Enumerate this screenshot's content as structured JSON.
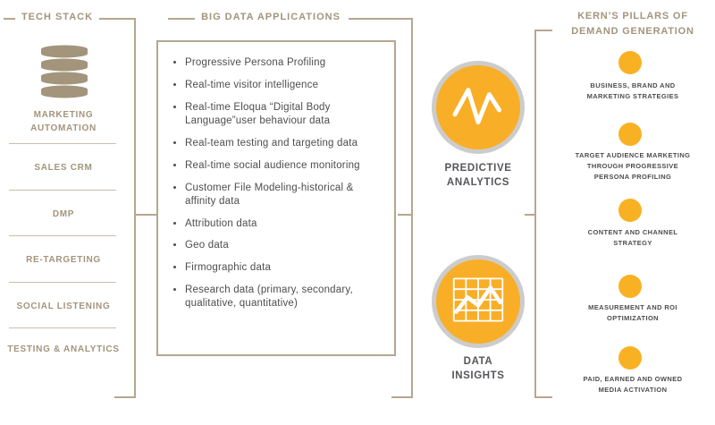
{
  "tech_stack": {
    "title": "TECH STACK",
    "items": [
      "MARKETING AUTOMATION",
      "SALES CRM",
      "DMP",
      "RE-TARGETING",
      "SOCIAL LISTENING",
      "TESTING & ANALYTICS"
    ]
  },
  "big_data": {
    "title": "BIG DATA APPLICATIONS",
    "bullets": [
      "Progressive Persona Profiling",
      "Real-time visitor intelligence",
      "Real-time Eloqua “Digital Body Language”user behaviour data",
      "Real-team testing and targeting data",
      "Real-time social audience monitoring",
      "Customer File Modeling-historical & affinity data",
      "Attribution data",
      "Geo data",
      "Firmographic data",
      "Research data (primary, secondary, qualitative, quantitative)"
    ]
  },
  "outputs": [
    {
      "label": "PREDICTIVE ANALYTICS",
      "icon": "pulse-icon"
    },
    {
      "label": "DATA INSIGHTS",
      "icon": "line-chart-icon"
    }
  ],
  "pillars": {
    "title": "KERN’S PILLARS OF DEMAND GENERATION",
    "items": [
      "BUSINESS, BRAND AND MARKETING STRATEGIES",
      "TARGET AUDIENCE MARKETING THROUGH PROGRESSIVE PERSONA PROFILING",
      "CONTENT AND CHANNEL STRATEGY",
      "MEASUREMENT AND ROI OPTIMIZATION",
      "PAID, EARNED AND OWNED MEDIA ACTIVATION"
    ]
  },
  "icons": {
    "tech_stack": "database-icon",
    "predictive": "pulse-icon",
    "insights": "line-chart-icon",
    "pillar": "yellow-dot-icon"
  },
  "colors": {
    "taupe": "#a3947c",
    "line_taupe": "#b5a78f",
    "yellow": "#f9b124",
    "ring_gray": "#cccccc",
    "dark_text": "#4d4d4f"
  }
}
